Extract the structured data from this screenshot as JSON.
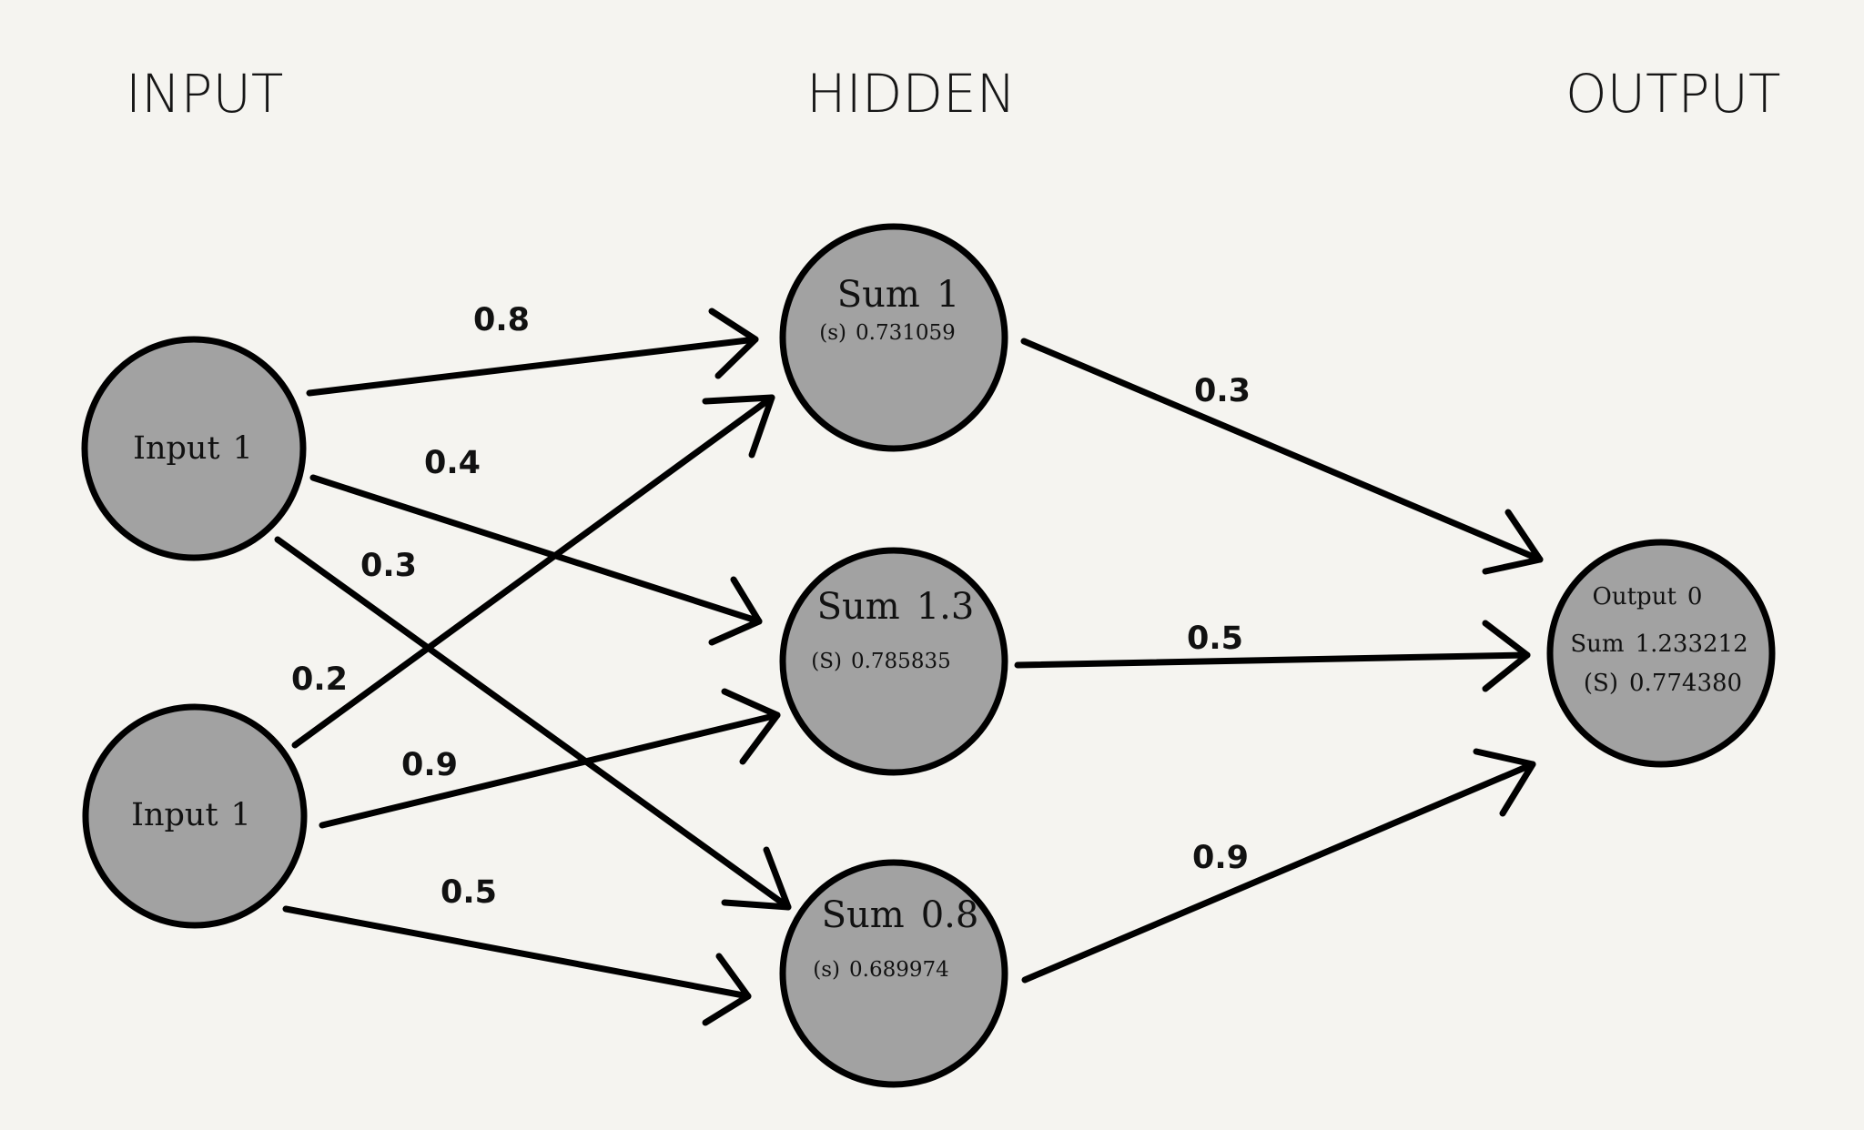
{
  "columns": {
    "input": "INPUT",
    "hidden": "HIDDEN",
    "output": "OUTPUT"
  },
  "inputs": [
    {
      "label": "Input",
      "value": "1"
    },
    {
      "label": "Input",
      "value": "1"
    }
  ],
  "hidden": [
    {
      "sum_label": "Sum",
      "sum": "1",
      "sig_label": "(s)",
      "sig": "0.731059"
    },
    {
      "sum_label": "Sum",
      "sum": "1.3",
      "sig_label": "(S)",
      "sig": "0.785835"
    },
    {
      "sum_label": "Sum",
      "sum": "0.8",
      "sig_label": "(s)",
      "sig": "0.689974"
    }
  ],
  "output": {
    "label": "Output",
    "value": "0",
    "sum_label": "Sum",
    "sum": "1.233212",
    "sig_label": "(S)",
    "sig": "0.774380"
  },
  "weights": {
    "in1_h1": "0.8",
    "in1_h2": "0.4",
    "in1_h3": "0.3",
    "in2_h1": "0.2",
    "in2_h2": "0.9",
    "in2_h3": "0.5",
    "h1_out": "0.3",
    "h2_out": "0.5",
    "h3_out": "0.9"
  }
}
